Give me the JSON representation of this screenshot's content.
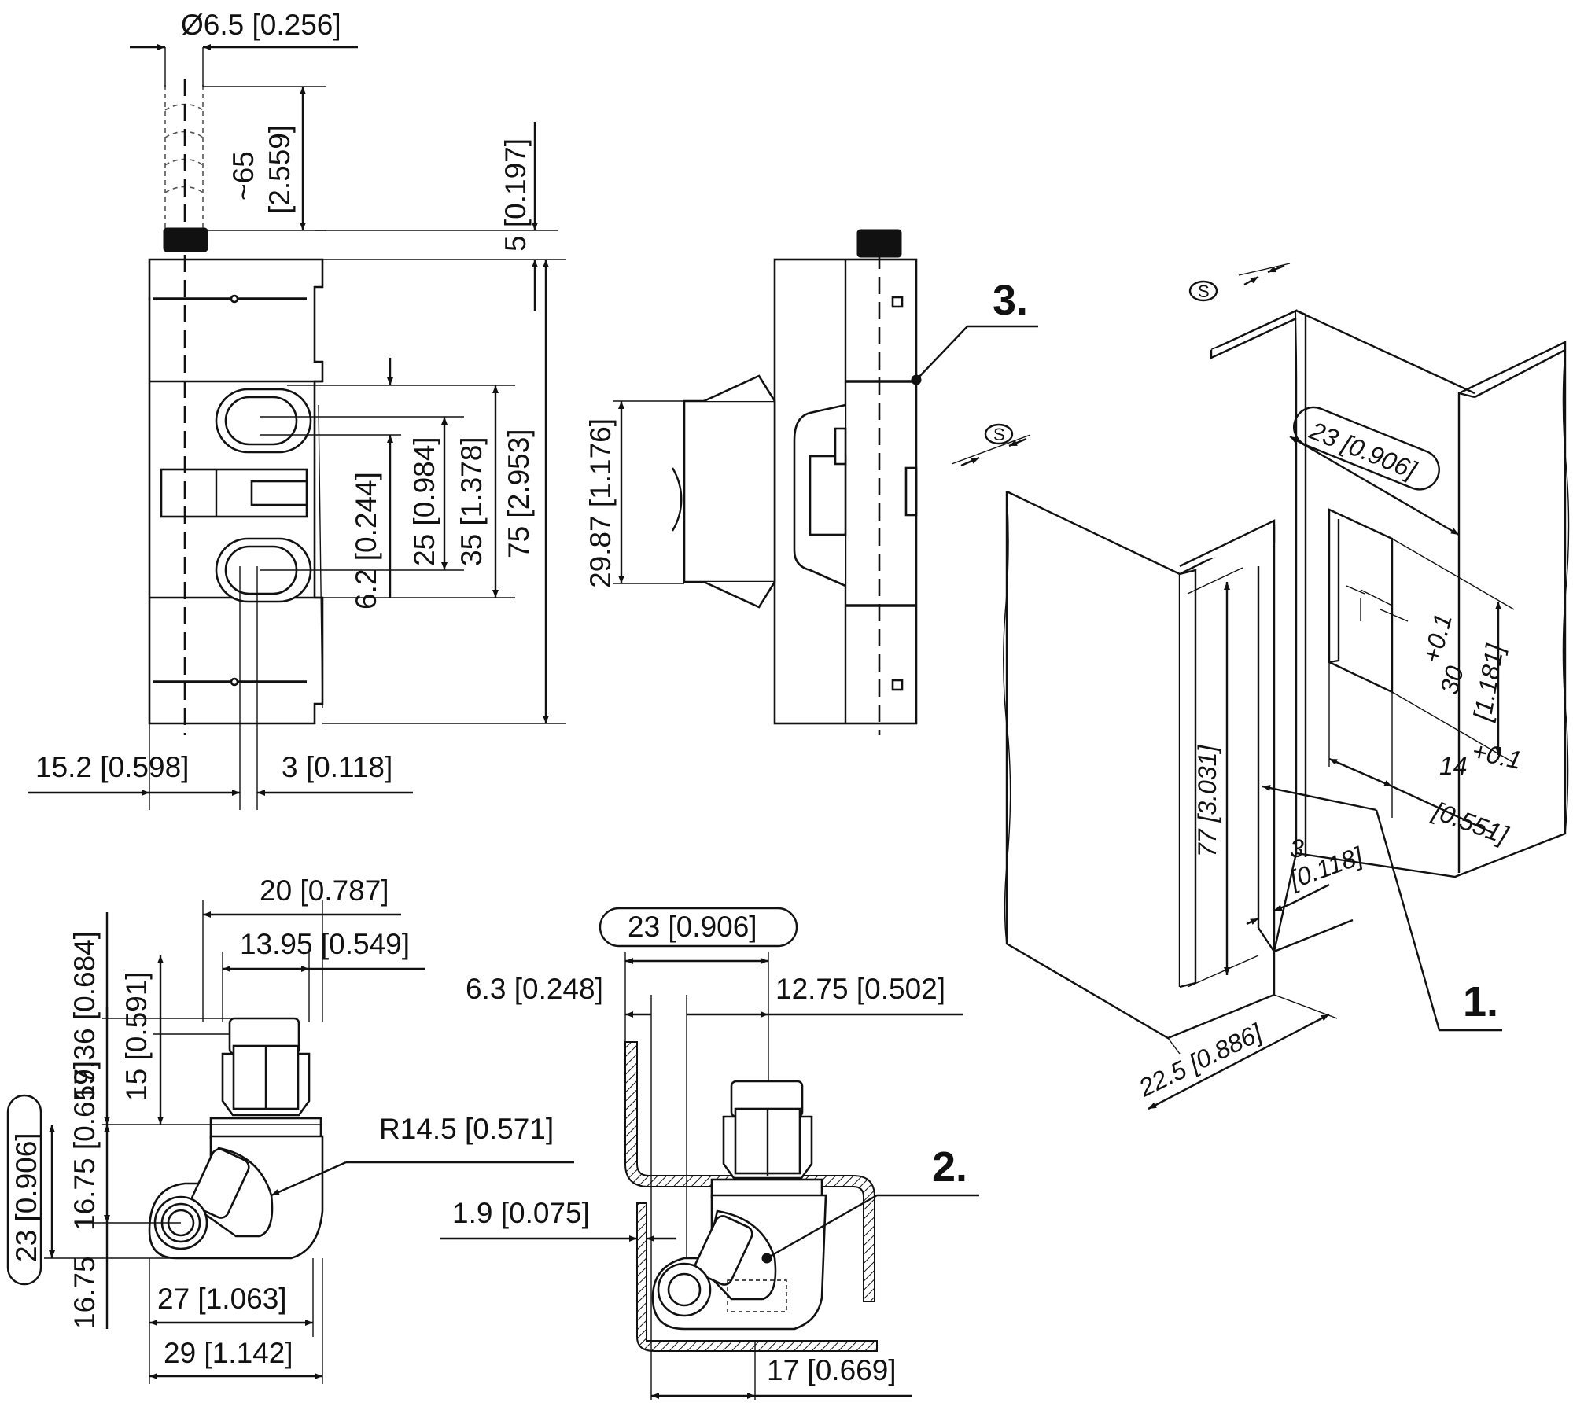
{
  "views": {
    "front": {
      "diameter": "Ø6.5 [0.256]",
      "cable_length": "~65",
      "cable_length_in": "[2.559]",
      "plug_height": "5 [0.197]",
      "dim_25": "25 [0.984]",
      "dim_35": "35 [1.378]",
      "dim_75": "75 [2.953]",
      "dim_6_2": "6.2 [0.244]",
      "width_left": "15.2 [0.598]",
      "width_right": "3 [0.118]"
    },
    "side": {
      "height": "29.87 [1.176]",
      "callout": "3."
    },
    "bottom_left": {
      "w20": "20 [0.787]",
      "w13_95": "13.95 [0.549]",
      "h17_36": "17.36 [0.684]",
      "h15": "15 [0.591]",
      "radius": "R14.5 [0.571]",
      "h23": "23 [0.906]",
      "h16_75a": "16.75 [0.659]",
      "h16_75b": "16.75",
      "w27": "27 [1.063]",
      "w29": "29 [1.142]"
    },
    "bottom_mid": {
      "w23": "23 [0.906]",
      "w6_3": "6.3 [0.248]",
      "w12_75": "12.75 [0.502]",
      "t1_9": "1.9 [0.075]",
      "w17": "17 [0.669]",
      "callout": "2."
    },
    "cutout": {
      "s_symbol": "S",
      "w23": "23 [0.906]",
      "h30": "30",
      "h30_tol": "+0.1",
      "h30_in": "[1.181]",
      "w14": "14",
      "w14_tol": "+0.1",
      "w14_in": "[0.551]",
      "h77": "77 [3.031]",
      "t3": "3",
      "t3_in": "[0.118]",
      "w22_5": "22.5 [0.886]",
      "callout": "1."
    }
  }
}
